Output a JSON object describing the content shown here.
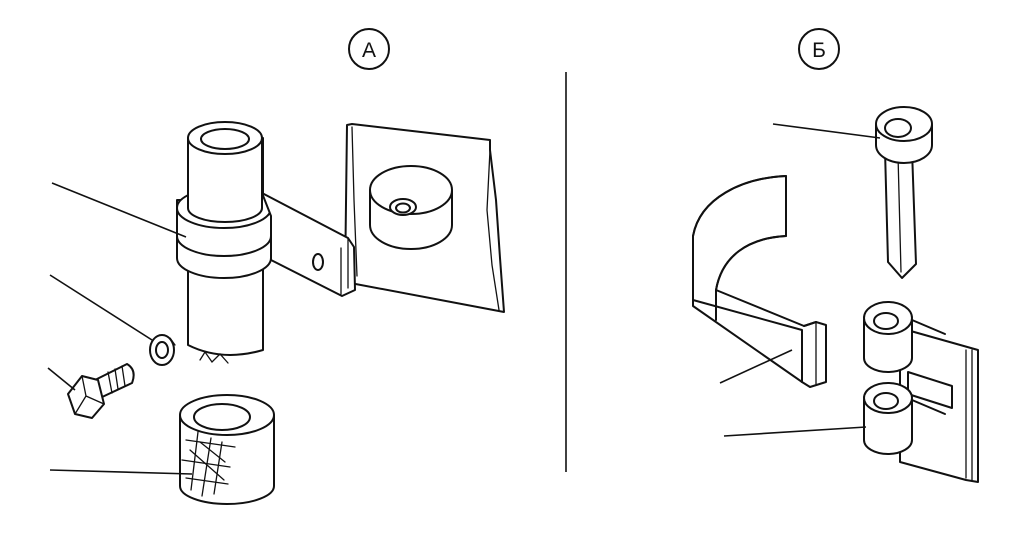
{
  "diagram": {
    "panels": [
      {
        "id": "a",
        "label": "А"
      },
      {
        "id": "b",
        "label": "Б"
      }
    ],
    "stroke_color": "#111111",
    "background_color": "#ffffff"
  }
}
